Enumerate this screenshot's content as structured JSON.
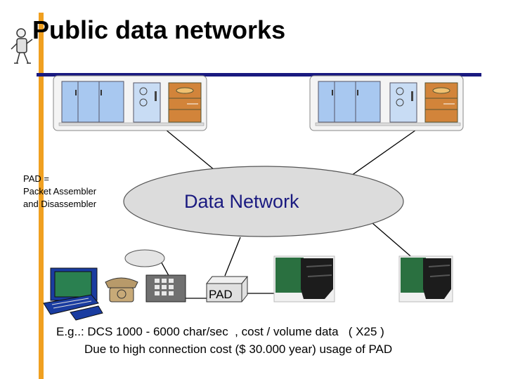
{
  "title": "Public data networks",
  "pad_note": {
    "line1": "PAD =",
    "line2": "Packet Assembler",
    "line3": "and Disassembler"
  },
  "network_label": "Data Network",
  "pad_label": "PAD",
  "footer": {
    "line1": "E.g..: DCS 1000 - 6000 char/sec  , cost / volume data   ( X25 )",
    "line2": "Due to high connection cost ($ 30.000 year) usage of PAD"
  },
  "colors": {
    "accent_bar": "#f0a020",
    "title_rule": "#1a1a80",
    "network_ellipse": "#dcdcdc",
    "cabinet_blue": "#a8c8f0",
    "cabinet_tan": "#d2843a",
    "terminal_green": "#2a7040",
    "pc_blue": "#1a3ca0"
  },
  "icons": [
    "stick-figure-icon",
    "mainframe-icon",
    "pc-terminal-icon",
    "telephone-icon",
    "modem-keypad-icon",
    "pad-box-icon",
    "terminal-screen-icon"
  ]
}
